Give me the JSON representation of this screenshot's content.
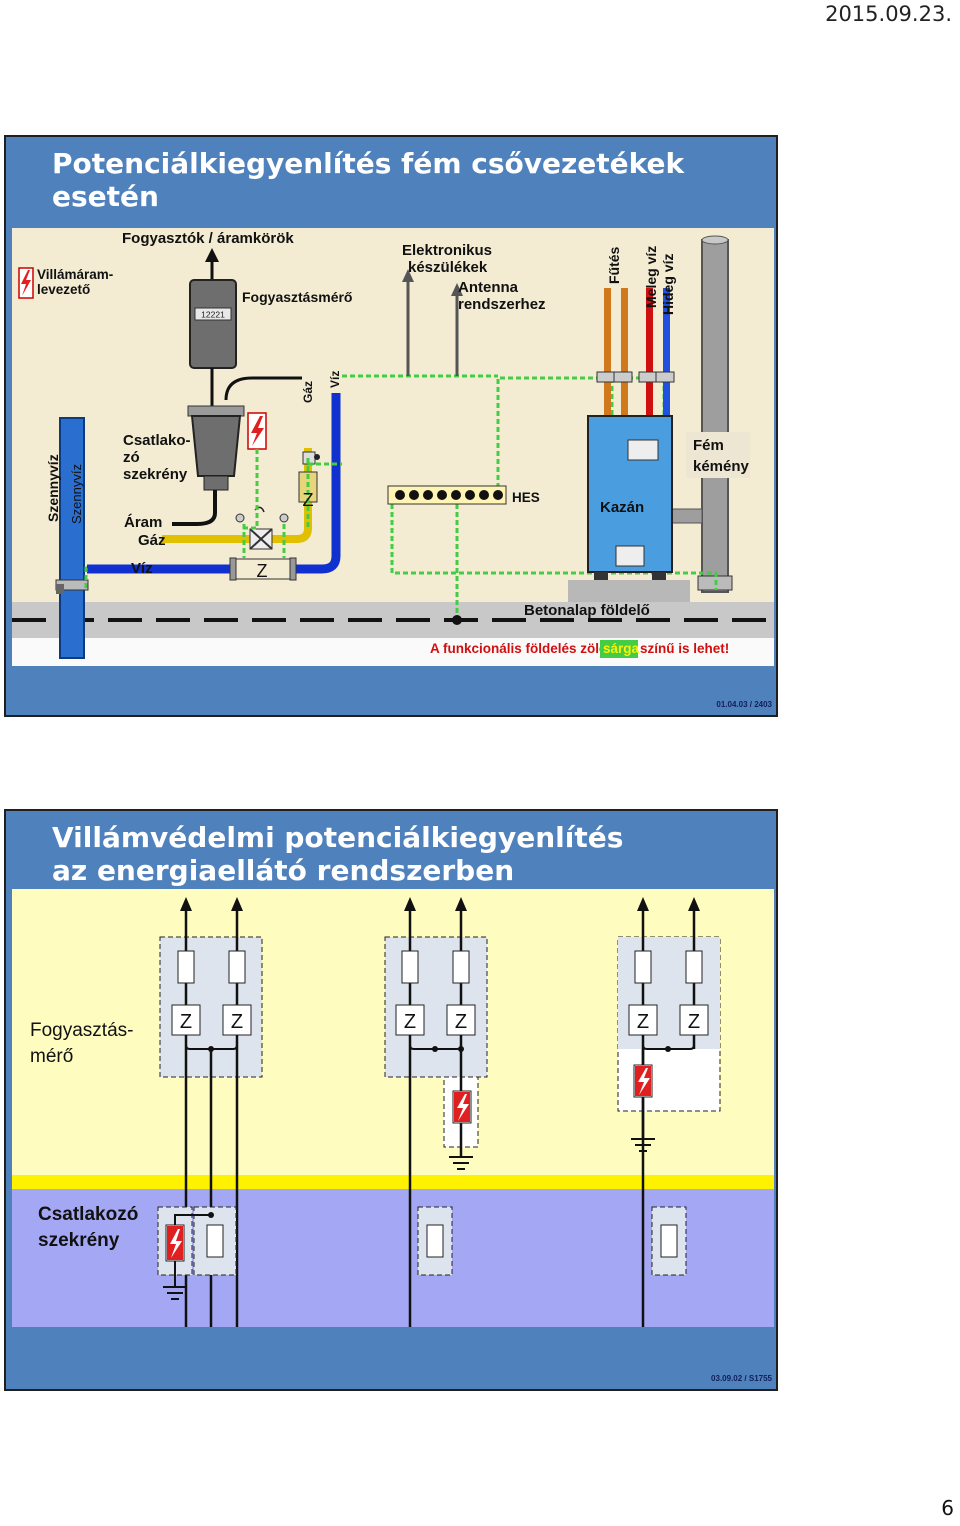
{
  "page": {
    "date": "2015.09.23.",
    "number": "6"
  },
  "slide1": {
    "title_line1": "Potenciálkiegyenlítés fém csővezetékek",
    "title_line2": "esetén",
    "code": "01.04.03 / 2403",
    "labels": {
      "lightning_conductor_1": "Villámáram-",
      "lightning_conductor_2": "levezető",
      "consumers": "Fogyasztók / áramkörök",
      "meter": "Fogyasztásmérő",
      "meter_display": "12221",
      "electronics_1": "Elektronikus",
      "electronics_2": "készülékek",
      "antenna_1": "Antenna",
      "antenna_2": "rendszerhez",
      "heating": "Fűtés",
      "warm_water": "Meleg víz",
      "cold_water": "Hideg víz",
      "gas_vertical": "Gáz",
      "water_vertical": "Víz",
      "sewage_bold": "Szennyvíz",
      "sewage_light": "Szennyvíz",
      "connection_box_1": "Csatlako-",
      "connection_box_2": "zó",
      "connection_box_3": "szekrény",
      "power": "Áram",
      "gas": "Gáz",
      "water": "Víz",
      "z_upper": "Z",
      "z_lower": "Z",
      "hes": "HES",
      "boiler": "Kazán",
      "chimney_1": "Fém",
      "chimney_2": "kémény",
      "foundation": "Betonalap földelő",
      "note_part1": "A funkcionális földelés  zöld-",
      "note_part2": "sárga",
      "note_part3": "színű is lehet!"
    }
  },
  "slide2": {
    "title_line1": "Villámvédelmi potenciálkiegyenlítés",
    "title_line2": "az energiaellátó rendszerben",
    "code": "03.09.02 / S1755",
    "meter_label_1": "Fogyasztás-",
    "meter_label_2": "mérő",
    "box_label_1": "Csatlakozó",
    "box_label_2": "szekrény",
    "z": "Z"
  },
  "colors": {
    "slide_blue": "#4f81bd",
    "diagram_bg": "#f3ecd3",
    "gas_pipe": "#e0c000",
    "water_pipe": "#1030d0",
    "heating_pipe": "#d0781c",
    "warm_pipe": "#d01010",
    "cold_pipe": "#2050e0",
    "ground_wire": "#44cc44",
    "lightning_red": "#e02020",
    "note_red": "#d01010",
    "upper_area": "#fffcc0",
    "lower_area": "#a4a8f4",
    "separator": "#fff200"
  }
}
